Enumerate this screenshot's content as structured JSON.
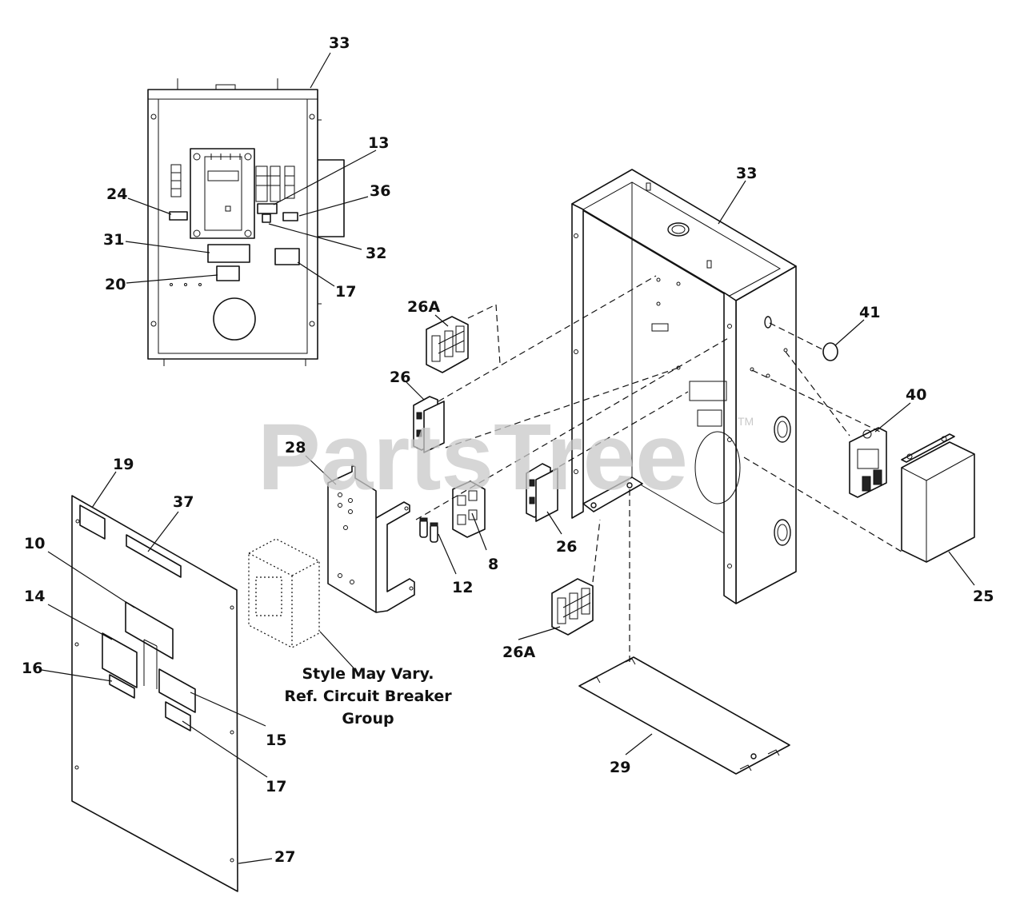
{
  "callouts": {
    "c33a": "33",
    "c13": "13",
    "c36": "36",
    "c24": "24",
    "c31": "31",
    "c32": "32",
    "c20": "20",
    "c17a": "17",
    "c33b": "33",
    "c41": "41",
    "c26Aa": "26A",
    "c26a": "26",
    "c40": "40",
    "c28": "28",
    "c19": "19",
    "c37": "37",
    "c10": "10",
    "c14": "14",
    "c16": "16",
    "c15": "15",
    "c17b": "17",
    "c27": "27",
    "c12": "12",
    "c8": "8",
    "c26b": "26",
    "c26Ab": "26A",
    "c25": "25",
    "c29": "29"
  },
  "note": {
    "line1": "Style May Vary.",
    "line2": "Ref. Circuit Breaker",
    "line3": "Group"
  },
  "watermark": {
    "brand": "PartsTree",
    "tm": "TM"
  },
  "colors": {
    "line": "#111111",
    "watermark": "#c9c9c9",
    "background": "#ffffff"
  }
}
